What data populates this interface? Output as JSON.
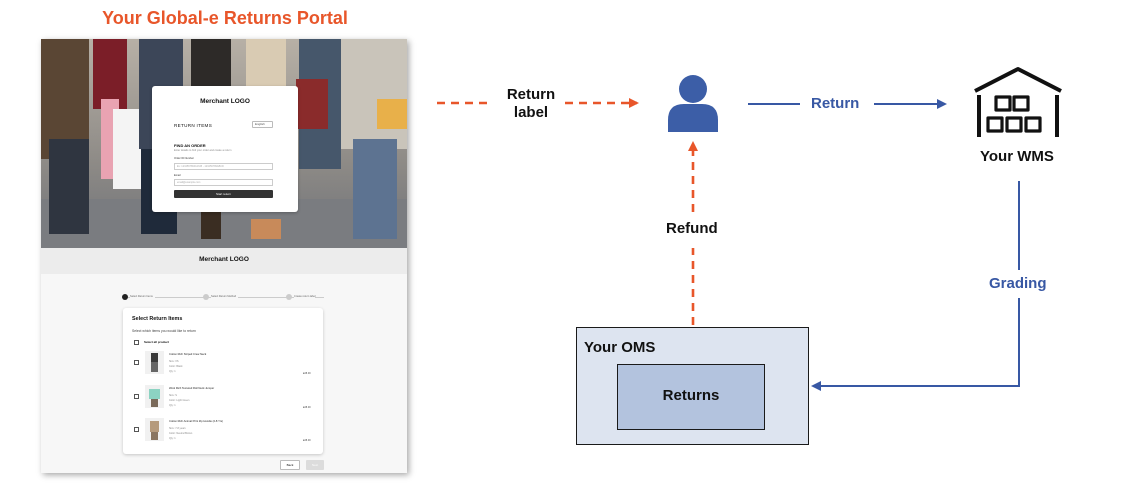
{
  "portal": {
    "title": "Your Global-e Returns Portal",
    "login_card": {
      "logo": "Merchant LOGO",
      "heading": "RETURN ITEMS",
      "language": "English",
      "find_title": "FIND AN ORDER",
      "find_sub": "Enter details to find your order and create a return",
      "order_label": "Order ID Number",
      "order_placeholder": "Ex: 123456789012345 - 123456789ABCD",
      "email_label": "Email",
      "email_placeholder": "email@example.com",
      "button": "Start return"
    },
    "items_page": {
      "logo": "Merchant LOGO",
      "steps": [
        "Select Return Items",
        "Select Return Method",
        "Create return label"
      ],
      "title": "Select Return Items",
      "subtitle": "Select which items you would like to return",
      "select_all": "Select all product",
      "products": [
        {
          "name": "Cotton Rich Striped Crew Neck",
          "size": "Size: XS",
          "color": "Color: Black",
          "qty": "Qty: 1",
          "price": "£28.00"
        },
        {
          "name": "Wool Rich Textured Roll Neck Jumper",
          "size": "Size: S",
          "color": "Color: Light Green",
          "qty": "Qty: 1",
          "price": "£28.00"
        },
        {
          "name": "Cotton Rich Animal Print Zip Hoodie (2-8 Yrs)",
          "size": "Size: 7-8 years",
          "color": "Color: Neutral Brown",
          "qty": "Qty: 1",
          "price": "£28.00"
        }
      ],
      "back_button": "Back",
      "next_button": "Next"
    }
  },
  "diagram": {
    "return_label_line1": "Return",
    "return_label_line2": "label",
    "return_label": "Return",
    "wms_label": "Your WMS",
    "refund_label": "Refund",
    "grading_label": "Grading",
    "oms_label": "Your OMS",
    "returns_label": "Returns"
  },
  "colors": {
    "orange": "#e8562a",
    "blue": "#3858a4",
    "oms_fill": "#dde4f0",
    "returns_fill": "#b3c3de"
  },
  "icons": [
    "person-icon",
    "warehouse-icon"
  ]
}
